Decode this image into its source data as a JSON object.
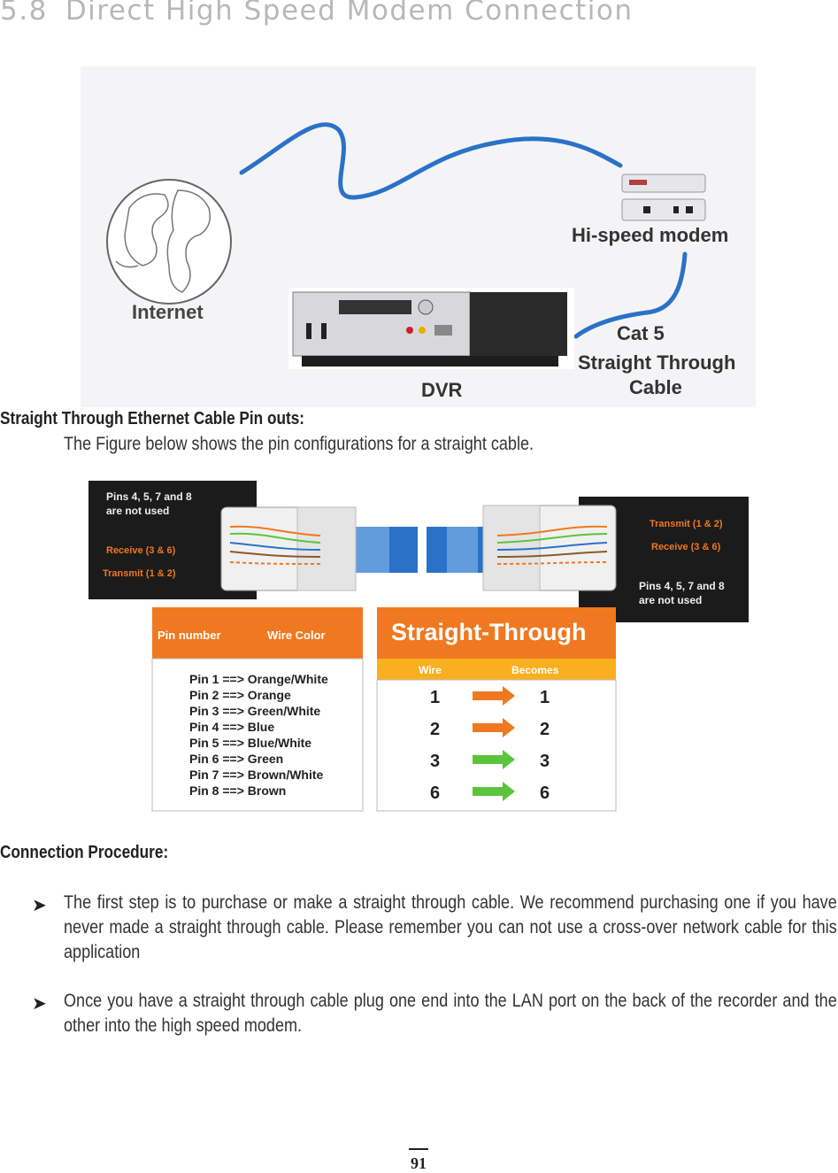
{
  "section": {
    "number": "5.8",
    "title": "Direct High Speed Modem Connection"
  },
  "figure1": {
    "internet_label": "Internet",
    "modem_label": "Hi-speed modem",
    "dvr_label": "DVR",
    "cable_label_line1": "Cat 5",
    "cable_label_line2": "Straight Through",
    "cable_label_line3": "Cable"
  },
  "pinouts": {
    "heading": "Straight Through Ethernet Cable Pin outs:",
    "description": "The Figure below shows the pin configurations for a straight cable."
  },
  "figure2": {
    "left_note_line1": "Pins 4, 5, 7 and 8",
    "left_note_line2": "are not used",
    "left_receive": "Receive (3 & 6)",
    "left_transmit": "Transmit (1 & 2)",
    "right_transmit": "Transmit (1 & 2)",
    "right_receive": "Receive (3 & 6)",
    "right_note_line1": "Pins 4, 5, 7 and 8",
    "right_note_line2": "are not used",
    "pin_table": {
      "header_pin": "Pin number",
      "header_color": "Wire Color",
      "rows": [
        "Pin 1 ==> Orange/White",
        "Pin 2 ==> Orange",
        "Pin 3 ==> Green/White",
        "Pin 4 ==> Blue",
        "Pin 5 ==> Blue/White",
        "Pin 6 ==> Green",
        "Pin 7 ==> Brown/White",
        "Pin 8 ==> Brown"
      ]
    },
    "straight_table": {
      "title": "Straight-Through",
      "header_wire": "Wire",
      "header_becomes": "Becomes",
      "rows": [
        {
          "wire": "1",
          "becomes": "1",
          "arrow_color": "#f07820"
        },
        {
          "wire": "2",
          "becomes": "2",
          "arrow_color": "#f07820"
        },
        {
          "wire": "3",
          "becomes": "3",
          "arrow_color": "#5cc43c"
        },
        {
          "wire": "6",
          "becomes": "6",
          "arrow_color": "#5cc43c"
        }
      ]
    }
  },
  "procedure": {
    "heading": "Connection Procedure:",
    "steps": [
      "The first step is to purchase or make a straight through cable. We recommend purchasing one if you have never made a straight through cable. Please remember you can not use a cross-over network cable for this application",
      "Once you have a straight through cable plug one end into the LAN port on the back of the recorder and the other into the high speed modem."
    ]
  },
  "footer": {
    "page_number": "91"
  },
  "colors": {
    "orange": "#f07820",
    "green": "#5cc43c",
    "cable_blue": "#2a72c8",
    "heading_gray": "#b8b8bc"
  }
}
